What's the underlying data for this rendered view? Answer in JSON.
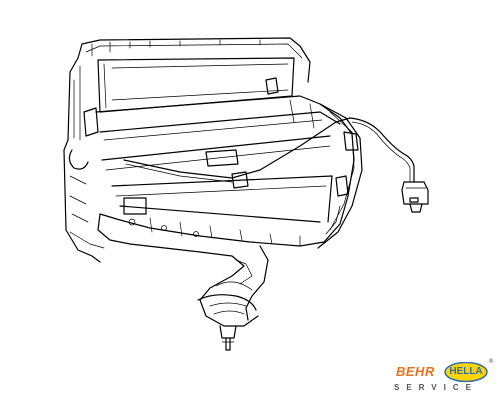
{
  "brand": {
    "behr": "BEHR",
    "hella": "HELLA",
    "registered": "®",
    "service": "SERVICE",
    "colors": {
      "behr": "#e8731c",
      "hella_background": "#ffd500",
      "hella_text": "#2d6db5",
      "service": "#555555"
    }
  },
  "drawing": {
    "subject": "heater-box-housing-with-cable-and-connector",
    "line_color": "#000000",
    "background": "#ffffff"
  }
}
